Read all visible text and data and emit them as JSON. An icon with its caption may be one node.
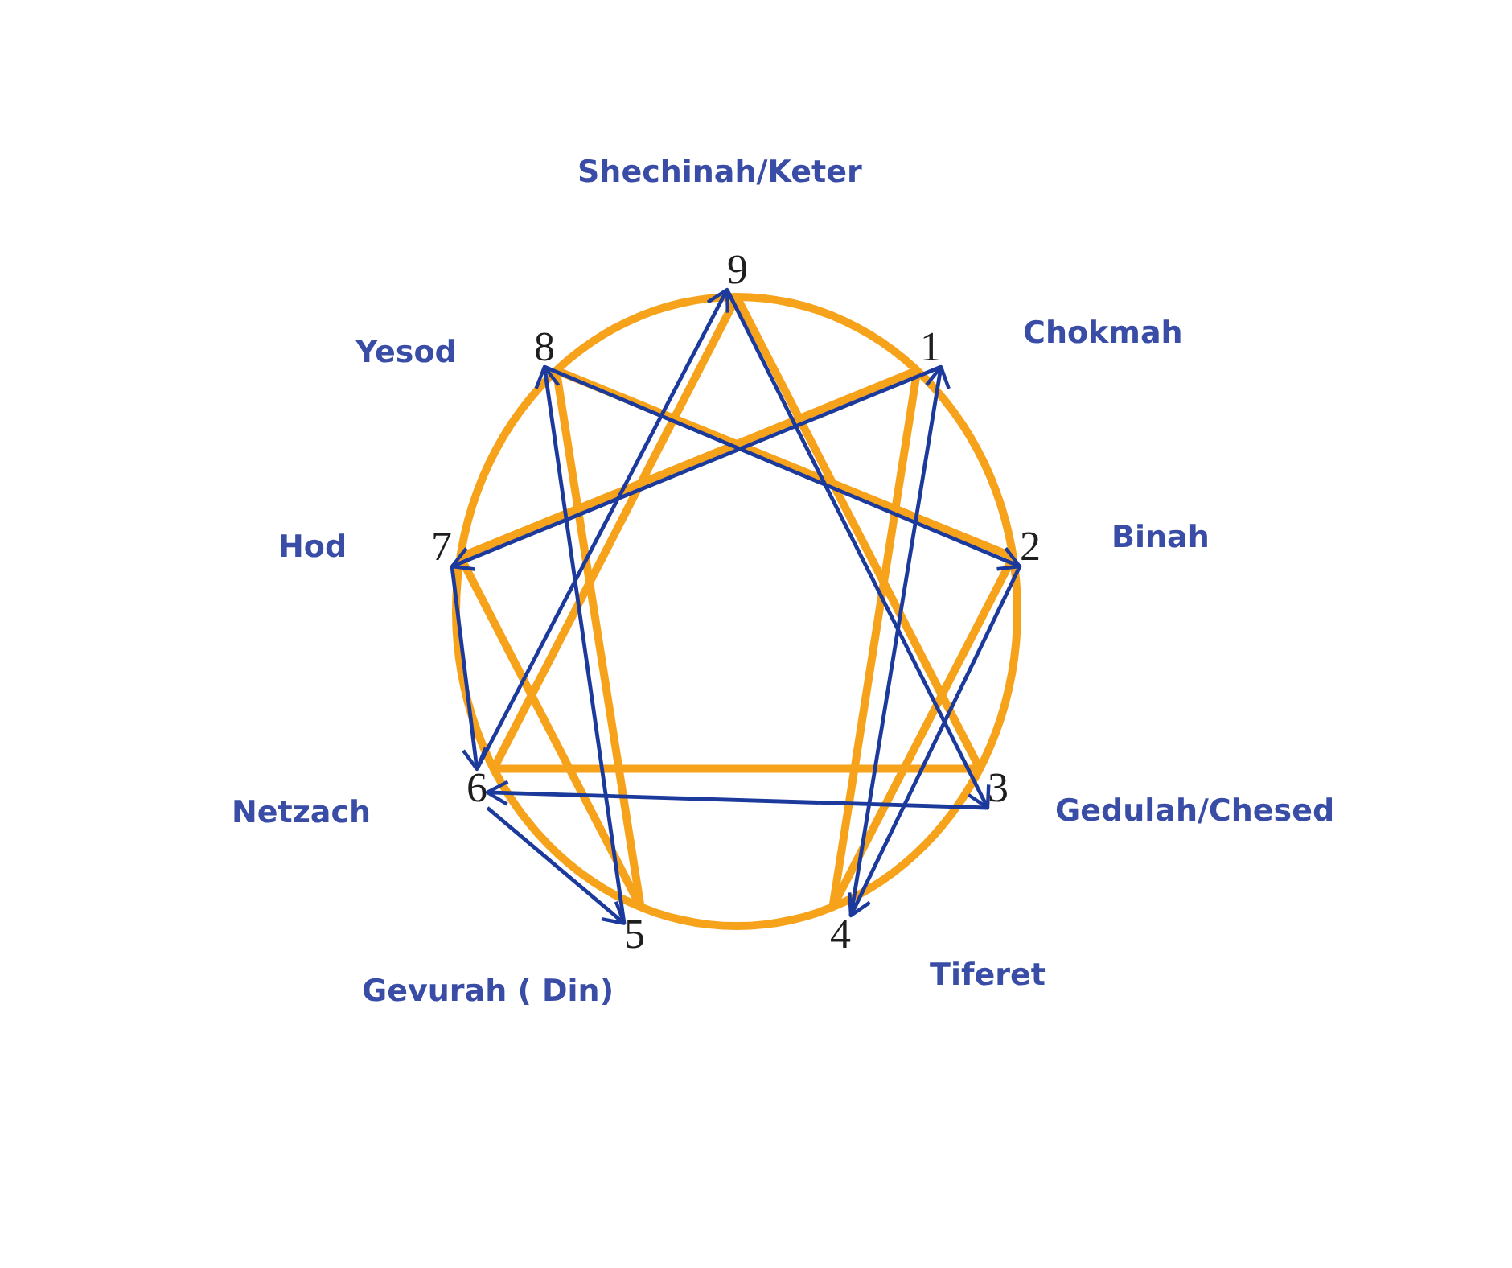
{
  "diagram": {
    "nodes": [
      {
        "text": [
          "9"
        ],
        "beside": [
          "Shechinah/Keter"
        ]
      },
      {
        "text": [
          "1"
        ],
        "beside": [
          "Chokmah"
        ]
      },
      {
        "text": [
          "2"
        ],
        "beside": [
          "Binah"
        ]
      },
      {
        "text": [
          "3"
        ],
        "beside": [
          "Gedulah/Chesed"
        ]
      },
      {
        "text": [
          "4"
        ],
        "beside": [
          "Tiferet"
        ]
      },
      {
        "text": [
          "5"
        ],
        "beside": [
          "Gevurah ( Din)"
        ]
      },
      {
        "text": [
          "6"
        ],
        "beside": [
          "Netzach"
        ]
      },
      {
        "text": [
          "7"
        ],
        "beside": [
          "Hod"
        ]
      },
      {
        "text": [
          "8"
        ],
        "beside": [
          "Yesod"
        ]
      }
    ],
    "edges": [
      {
        "from": 0,
        "to": 3,
        "arrow": "to"
      },
      {
        "from": 3,
        "to": 6,
        "arrow": "to"
      },
      {
        "from": 6,
        "to": 5,
        "arrow": "to"
      },
      {
        "from": 5,
        "to": 8,
        "arrow": "to"
      },
      {
        "from": 8,
        "to": 2,
        "arrow": "to"
      },
      {
        "from": 2,
        "to": 4,
        "arrow": "to"
      },
      {
        "from": 4,
        "to": 1,
        "arrow": "to"
      },
      {
        "from": 1,
        "to": 7,
        "arrow": "to"
      },
      {
        "from": 7,
        "to": 6,
        "arrow": "to"
      },
      {
        "from": 6,
        "to": 0,
        "arrow": "to"
      },
      {
        "from": 0,
        "to": 3,
        "arrow": "none",
        "style": "thick",
        "color": "#f6a31b"
      },
      {
        "from": 3,
        "to": 6,
        "arrow": "none",
        "style": "thick",
        "color": "#f6a31b"
      },
      {
        "from": 6,
        "to": 0,
        "arrow": "none",
        "style": "thick",
        "color": "#f6a31b"
      },
      {
        "from": 1,
        "to": 4,
        "arrow": "none",
        "style": "thick",
        "color": "#f6a31b"
      },
      {
        "from": 4,
        "to": 2,
        "arrow": "none",
        "style": "thick",
        "color": "#f6a31b"
      },
      {
        "from": 2,
        "to": 8,
        "arrow": "none",
        "style": "thick",
        "color": "#f6a31b"
      },
      {
        "from": 8,
        "to": 5,
        "arrow": "none",
        "style": "thick",
        "color": "#f6a31b"
      },
      {
        "from": 5,
        "to": 7,
        "arrow": "none",
        "style": "thick",
        "color": "#f6a31b"
      },
      {
        "from": 7,
        "to": 1,
        "arrow": "none",
        "style": "thick",
        "color": "#f6a31b"
      }
    ]
  }
}
